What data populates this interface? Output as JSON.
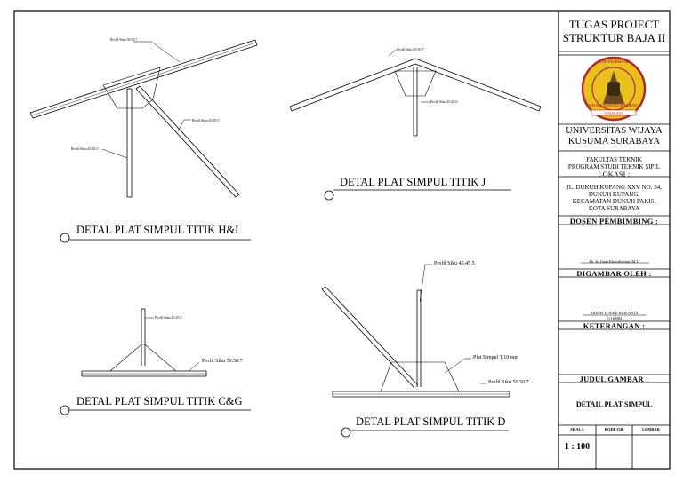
{
  "details": {
    "hi": {
      "title": "DETAL PLAT SIMPUL TITIK H&I",
      "label_top": "Profil Siku 50.50.7",
      "label_right": "Profil Siku 45.45.5",
      "label_left": "Profil Siku 45.45.5"
    },
    "j": {
      "title": "DETAL PLAT SIMPUL TITIK J",
      "label_top": "Profil Siku 50.50.7",
      "label_right": "Profil Siku 45.45.6"
    },
    "cg": {
      "title": "DETAL PLAT SIMPUL TITIK C&G",
      "label_top": "Profil Siku 45.45.5",
      "label_right": "Profil Siku 50.50.7"
    },
    "d": {
      "title": "DETAL PLAT SIMPUL TITIK D",
      "label_top": "Profil Siku 45.45.5",
      "label_plate": "Plat Simpul T.10 mm",
      "label_bottom": "Profil Siku 50.50.7"
    }
  },
  "titleblock": {
    "project_line1": "TUGAS PROJECT",
    "project_line2": "STRUKTUR BAJA II",
    "logo_text_top": "UNIVERSITAS",
    "logo_text_bottom": "WIJAYA KUSUMA SURABAYA",
    "logo_ribbon": "SURABAYA",
    "univ_line1": "UNIVERSITAS WIJAYA",
    "univ_line2": "KUSUMA SURABAYA",
    "faculty_line1": "FAKULTAS TEKNIK",
    "faculty_line2": "PROGRAM STUDI TEKNIK SIPIL",
    "lokasi_head": "LOKASI :",
    "lokasi_line1": "JL. DUKUH KUPANG XXV NO. 54,",
    "lokasi_line2": "DUKUH KUPANG,",
    "lokasi_line3": "KECAMATAN DUKUH PAKIS,",
    "lokasi_line4": "KOTA SURABAYA",
    "dosen_head": "DOSEN PEMBIMBING :",
    "dosen_name": "Dr. Ir. Utari Khatulistiani, M.T",
    "digambar_head": "DIGAMBAR OLEH :",
    "student_name": "ARIEM YOLKE RIGEARTA",
    "student_id": "21110082",
    "keterangan_head": "KETERANGAN :",
    "judul_head": "JUDUL GAMBAR :",
    "judul_value": "DETAIL PLAT SIMPUL",
    "col_skala": "SKALA",
    "col_kode": "KODE GB.",
    "col_lembar": "LEMBAR",
    "skala_value": "1 : 100"
  },
  "colors": {
    "logo_yellow": "#e8c21a",
    "logo_red": "#b3262b",
    "logo_brown": "#6b4a1d"
  }
}
